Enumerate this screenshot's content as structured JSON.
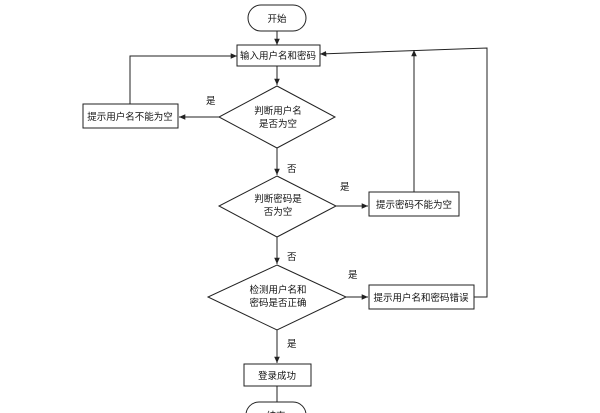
{
  "flowchart": {
    "start": "开始",
    "input": "输入用户名和密码",
    "check_user_empty": [
      "判断用户名",
      "是否为空"
    ],
    "prompt_user_empty": "提示用户名不能为空",
    "check_pwd_empty": [
      "判断密码是",
      "否为空"
    ],
    "prompt_pwd_empty": "提示密码不能为空",
    "check_correct": [
      "检测用户名和",
      "密码是否正确"
    ],
    "prompt_wrong": "提示用户名和密码错误",
    "success": "登录成功",
    "end": "结束"
  },
  "edges": {
    "yes": "是",
    "no": "否"
  }
}
